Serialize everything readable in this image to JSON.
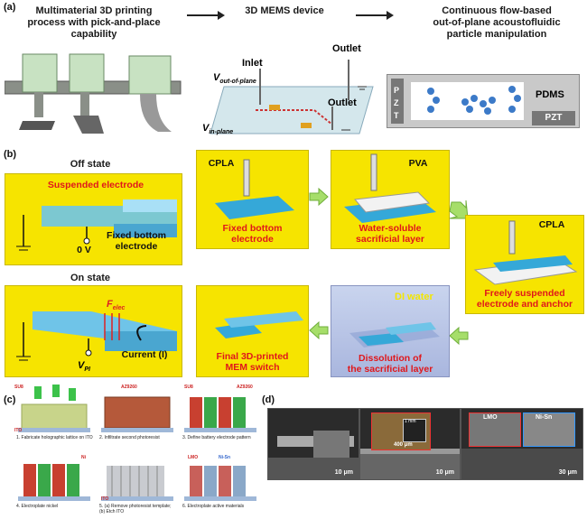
{
  "panel_a": {
    "label": "(a)",
    "title1_lines": [
      "Multimaterial 3D printing",
      "process with pick-and-place",
      "capability"
    ],
    "title2": "3D MEMS device",
    "title3_lines": [
      "Continuous flow-based",
      "out-of-plane acoustofluidic",
      "particle manipulation"
    ],
    "inlet": "Inlet",
    "outlet1": "Outlet",
    "outlet2": "Outlet",
    "v_out": "V",
    "v_out_sub": "out-of-plane",
    "v_in": "V",
    "v_in_sub": "in-plane",
    "pdms": "PDMS",
    "pzt_left": "P Z T",
    "pzt_right": "PZT"
  },
  "panel_b": {
    "label": "(b)",
    "off_state": "Off state",
    "suspended_electrode": "Suspended electrode",
    "zero_v": "0 V",
    "fixed_bottom_electrode_lines": [
      "Fixed bottom",
      "electrode"
    ],
    "on_state": "On state",
    "f_elec": "F",
    "f_elec_sub": "elec",
    "current": "Current (I)",
    "v_pi": "V",
    "v_pi_sub": "PI",
    "cpla1": "CPLA",
    "step1_lines": [
      "Fixed bottom",
      "electrode"
    ],
    "pva": "PVA",
    "step2_lines": [
      "Water-soluble",
      "sacrificial layer"
    ],
    "cpla2": "CPLA",
    "step3_lines": [
      "Freely suspended",
      "electrode and anchor"
    ],
    "di_water": "DI water",
    "step4_lines": [
      "Dissolution of",
      "the sacrificial layer"
    ],
    "step5_lines": [
      "Final 3D-printed",
      "MEM switch"
    ]
  },
  "panel_c": {
    "label": "(c)",
    "steps": [
      "1. Fabricate holographic lattice on ITO",
      "2. Infiltrate second photoresist",
      "3. Define battery electrode pattern",
      "4. Electroplate nickel",
      "5. (a) Remove photoresist template; (b) Etch ITO",
      "6. Electroplate active materials"
    ],
    "tags": [
      "SU8",
      "ITO",
      "AZ9260",
      "SU8",
      "AZ9260",
      "Ni",
      "ITO",
      "LMO",
      "Ni-Sn"
    ]
  },
  "panel_d": {
    "label": "(d)",
    "scale1": "10 μm",
    "scale2": "10 μm",
    "scale_inset": "400 μm",
    "inset_label": "1 mm",
    "scale3": "30 μm",
    "lmo": "LMO",
    "ni_sn": "Ni-Sn"
  }
}
